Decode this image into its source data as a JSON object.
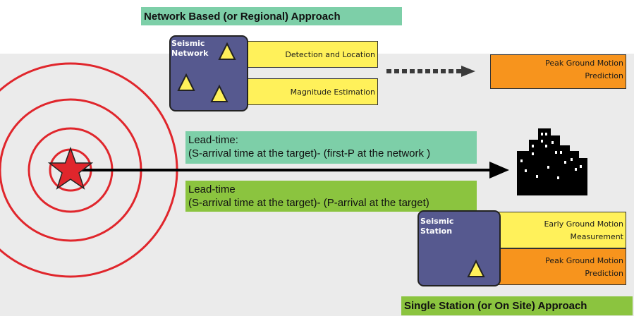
{
  "network_approach": {
    "title": "Network Based (or Regional) Approach",
    "network_label_line1": "Seismic",
    "network_label_line2": "Network",
    "step1": "Detection and Location",
    "step2": "Magnitude Estimation",
    "output_line1": "Peak Ground Motion",
    "output_line2": "Prediction"
  },
  "lead_time_network": {
    "line1": "Lead-time:",
    "line2": "(S-arrival time at the target)- (first-P at the network )"
  },
  "lead_time_station": {
    "line1": "Lead-time",
    "line2": "(S-arrival time at the target)- (P-arrival at the target)"
  },
  "station_approach": {
    "title": "Single Station (or On Site) Approach",
    "station_label_line1": "Seismic",
    "station_label_line2": "Station",
    "step1_line1": "Early Ground Motion",
    "step1_line2": "Measurement",
    "step2_line1": "Peak Ground Motion",
    "step2_line2": "Prediction"
  },
  "colors": {
    "network_title_bg": "#7dcfa8",
    "station_title_bg": "#8bc43f",
    "instrument_box": "#56598f",
    "process_box": "#fff15a",
    "prediction_box": "#f7941d",
    "wave_rings": "#e0262c",
    "epicenter_star": "#e0262c"
  },
  "icons": [
    "epicenter-star-icon",
    "seismic-sensor-triangle-icon",
    "city-skyline-icon",
    "arrow-icon"
  ]
}
